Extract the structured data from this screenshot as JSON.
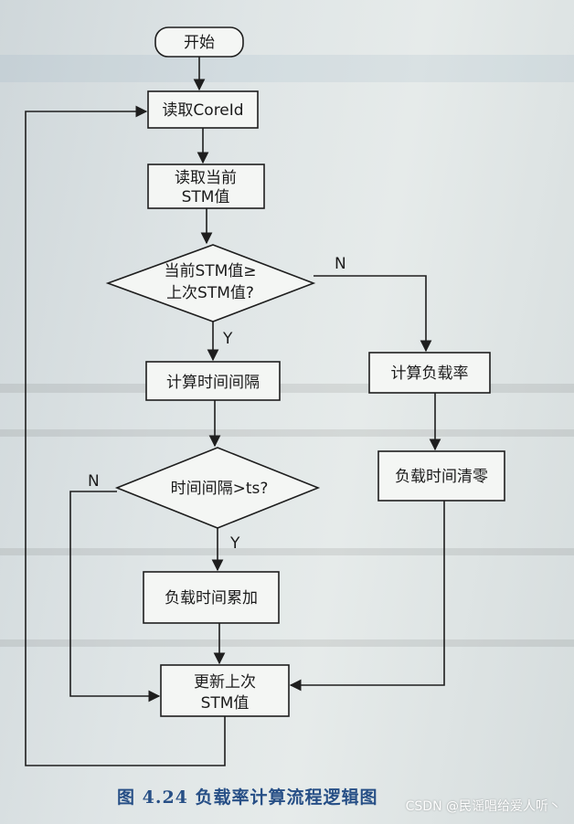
{
  "flowchart": {
    "start": "开始",
    "read_coreid": "读取CoreId",
    "read_stm_line1": "读取当前",
    "read_stm_line2": "STM值",
    "decision1_line1": "当前STM值≥",
    "decision1_line2": "上次STM值?",
    "yes_label_1": "Y",
    "no_label_1": "N",
    "calc_interval": "计算时间间隔",
    "calc_load_rate": "计算负载率",
    "decision2": "时间间隔>ts?",
    "yes_label_2": "Y",
    "no_label_2": "N",
    "clear_load_time": "负载时间清零",
    "accumulate_load_time": "负载时间累加",
    "update_line1": "更新上次",
    "update_line2": "STM值"
  },
  "caption": "图 4.24   负载率计算流程逻辑图",
  "watermark": "CSDN @民谣唱给爱人听丶"
}
